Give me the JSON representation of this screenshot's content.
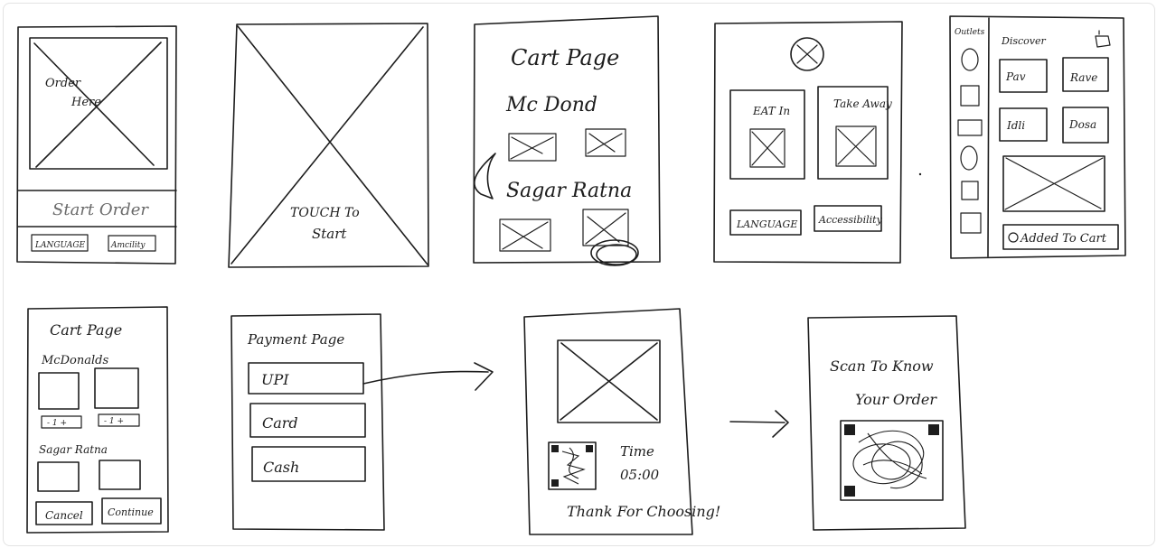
{
  "screens": {
    "start_order": {
      "placeholder_text": [
        "Order",
        "Here"
      ],
      "start_button": "Start Order",
      "language_button": "LANGUAGE",
      "accessibility_button": "Amcility"
    },
    "touch_to_start": {
      "label": [
        "TOUCH To",
        "Start"
      ]
    },
    "cart_top": {
      "title": "Cart Page",
      "restaurant_1": "Mc Dond",
      "restaurant_2": "Sagar Ratna"
    },
    "eat_or_takeaway": {
      "option_1": "EAT In",
      "option_2": "Take Away",
      "language_button": "LANGUAGE",
      "accessibility_button": "Accessibility"
    },
    "menu": {
      "sidebar_title": "Outlets",
      "header_title": "Discover",
      "tiles": [
        "Pav",
        "Rave",
        "Idli",
        "Dosa"
      ],
      "cart_button": "Added To Cart"
    },
    "cart_detail": {
      "title": "Cart Page",
      "restaurant_1": "McDonalds",
      "restaurant_2": "Sagar Ratna",
      "stepper_1": "- 1 +",
      "stepper_2": "- 1 +",
      "cancel_button": "Cancel",
      "continue_button": "Continue"
    },
    "payment": {
      "title": "Payment Page",
      "options": [
        "UPI",
        "Card",
        "Cash"
      ]
    },
    "confirmation": {
      "time_label": "Time",
      "time_value": "05:00",
      "thanks": "Thank For Choosing!"
    },
    "scan": {
      "title": [
        "Scan To Know",
        "Your Order"
      ]
    }
  }
}
